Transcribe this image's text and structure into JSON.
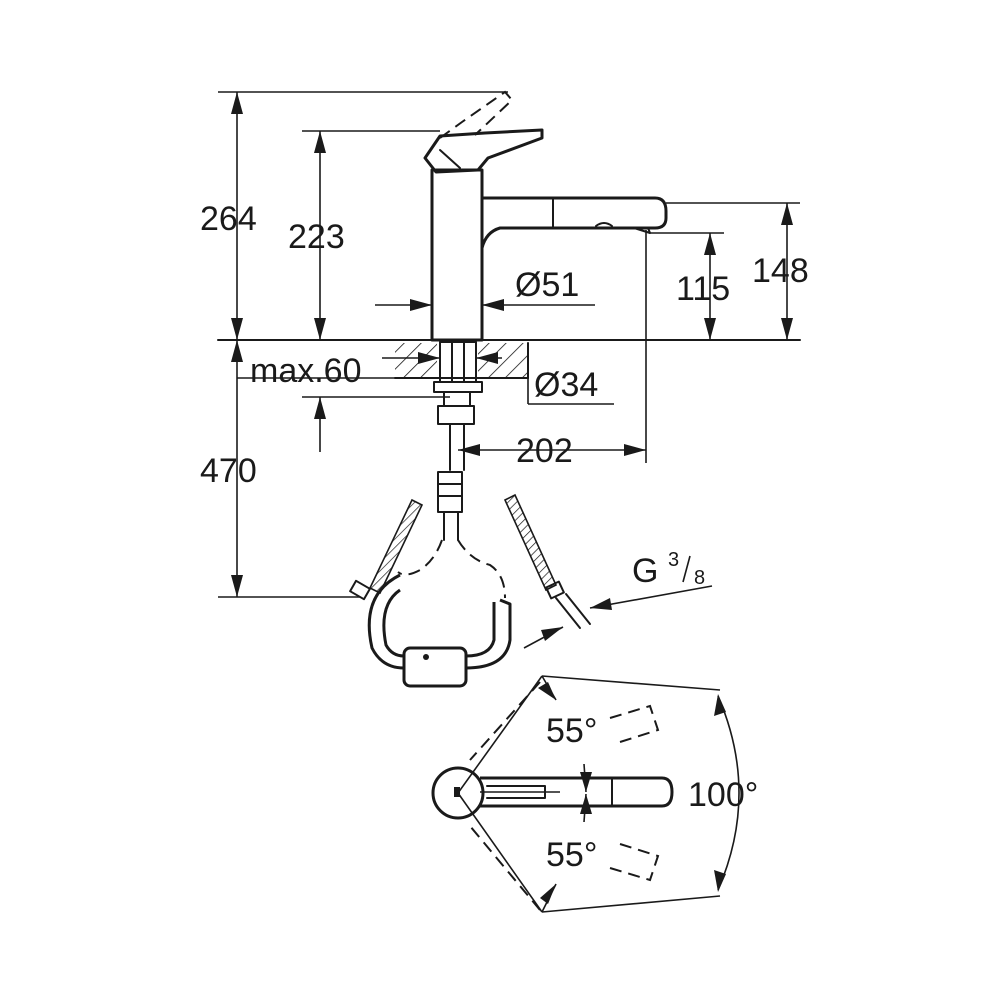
{
  "dimensions": {
    "height_total": "264",
    "height_lever": "223",
    "spout_height": "148",
    "outlet_height": "115",
    "body_diameter": "Ø51",
    "counter_thickness": "max.60",
    "hole_diameter": "Ø34",
    "spout_reach": "202",
    "hose_length": "470",
    "thread_main": "G",
    "thread_num": "3",
    "thread_den": "8",
    "swivel_upper": "55°",
    "swivel_lower": "55°",
    "swivel_total": "100°"
  }
}
